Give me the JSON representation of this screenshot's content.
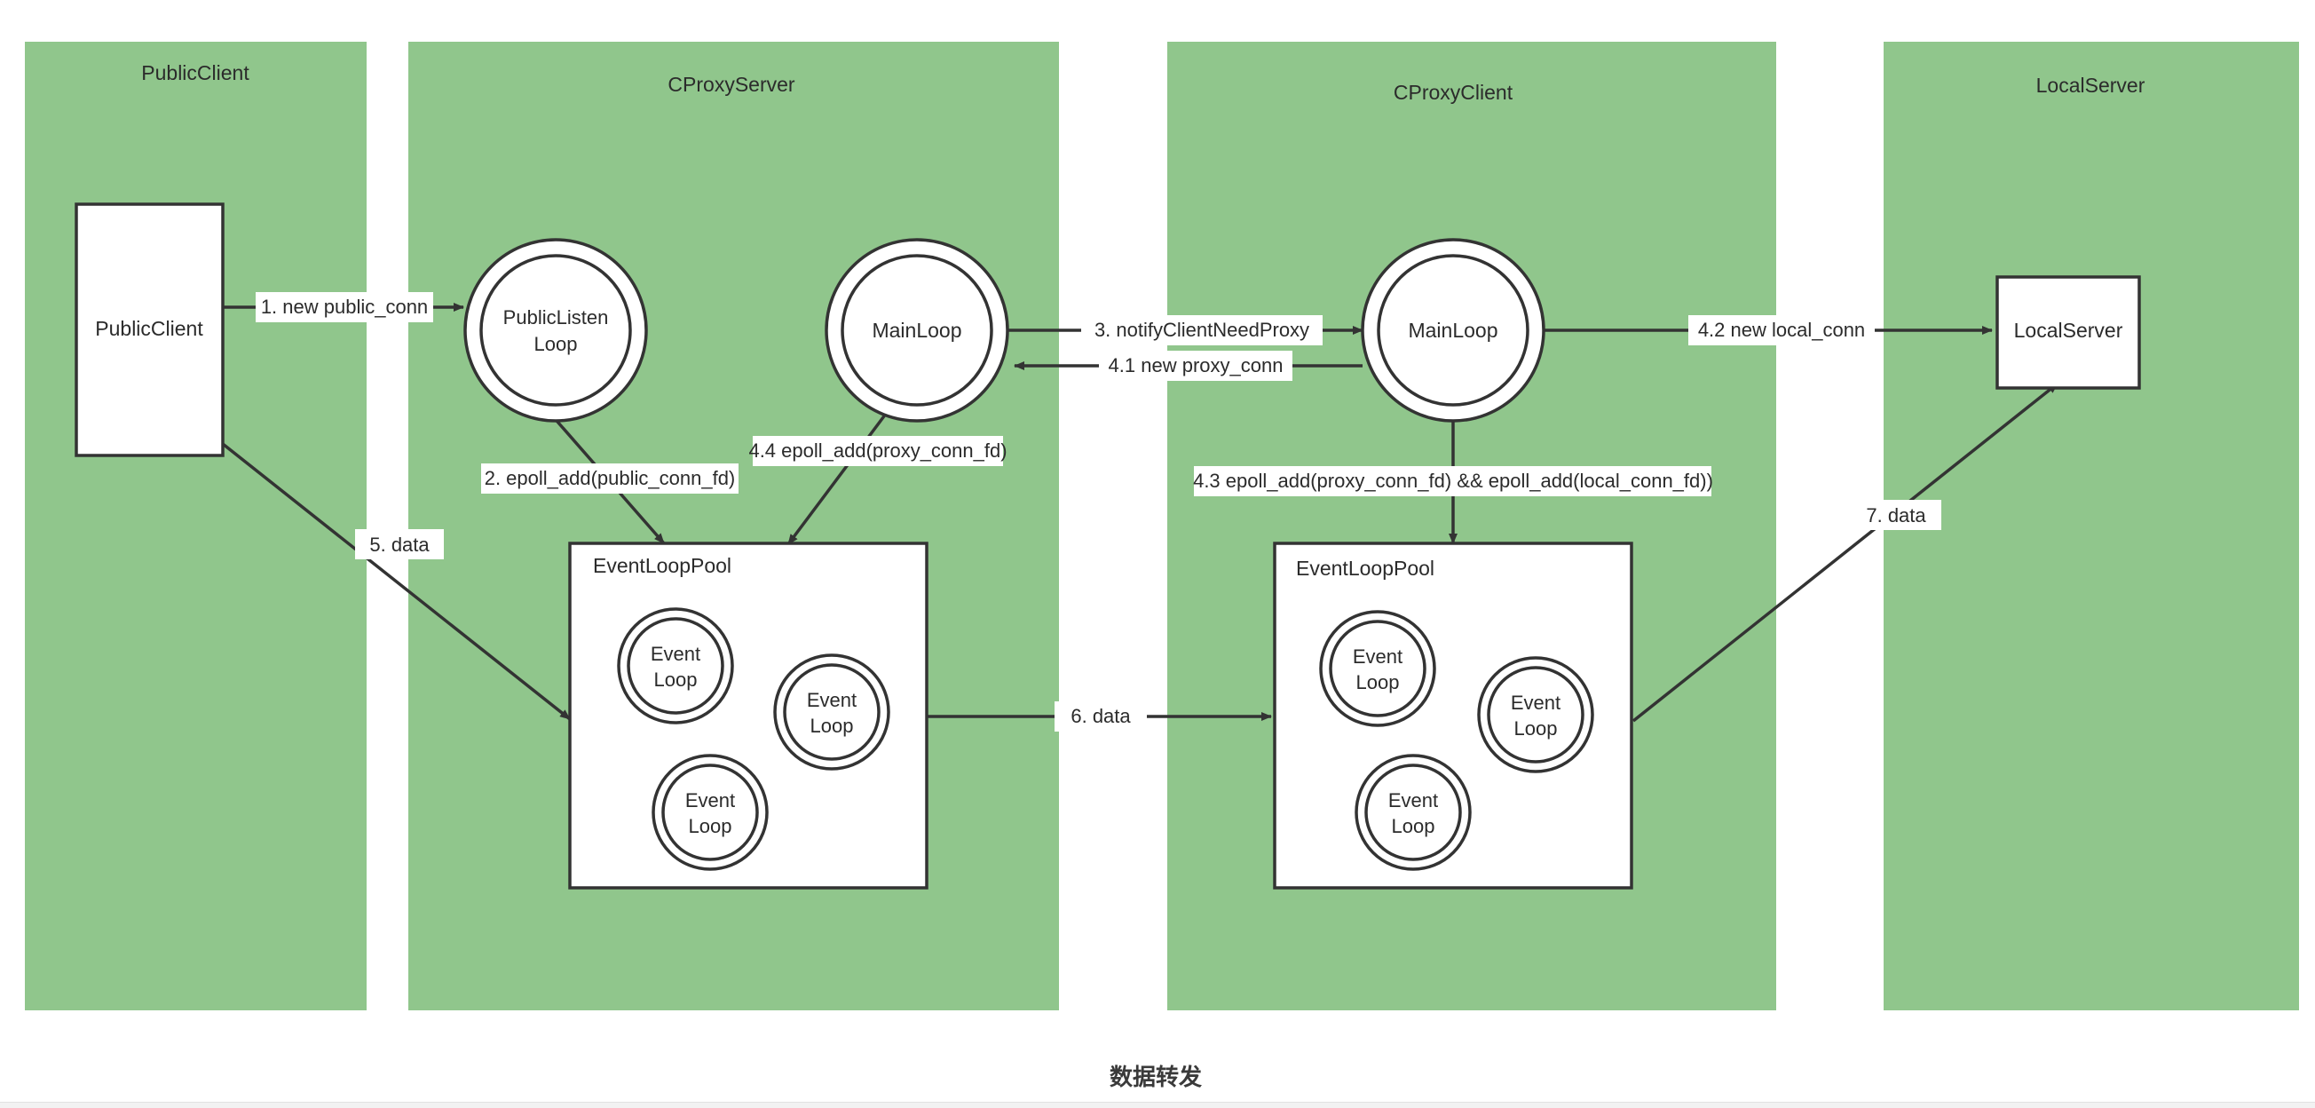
{
  "diagram": {
    "caption": "数据转发",
    "colors": {
      "lane_fill": "#90c68c",
      "node_stroke": "#333333",
      "node_fill": "#ffffff",
      "text": "#2b2b2b"
    },
    "lanes": [
      {
        "id": "publicclient",
        "title": "PublicClient"
      },
      {
        "id": "cproxyserver",
        "title": "CProxyServer"
      },
      {
        "id": "cproxyclient",
        "title": "CProxyClient"
      },
      {
        "id": "localserver",
        "title": "LocalServer"
      }
    ],
    "nodes": {
      "public_client_box": {
        "label": "PublicClient"
      },
      "public_listen_loop": {
        "line1": "PublicListen",
        "line2": "Loop"
      },
      "server_main_loop": {
        "label": "MainLoop"
      },
      "client_main_loop": {
        "label": "MainLoop"
      },
      "local_server_box": {
        "label": "LocalServer"
      },
      "server_pool": {
        "title": "EventLoopPool",
        "loops": [
          {
            "line1": "Event",
            "line2": "Loop"
          },
          {
            "line1": "Event",
            "line2": "Loop"
          },
          {
            "line1": "Event",
            "line2": "Loop"
          }
        ]
      },
      "client_pool": {
        "title": "EventLoopPool",
        "loops": [
          {
            "line1": "Event",
            "line2": "Loop"
          },
          {
            "line1": "Event",
            "line2": "Loop"
          },
          {
            "line1": "Event",
            "line2": "Loop"
          }
        ]
      }
    },
    "edges": [
      {
        "id": "e1",
        "label": "1. new public_conn"
      },
      {
        "id": "e2",
        "label": "2. epoll_add(public_conn_fd)"
      },
      {
        "id": "e3",
        "label": "3. notifyClientNeedProxy"
      },
      {
        "id": "e41",
        "label": "4.1 new proxy_conn"
      },
      {
        "id": "e42",
        "label": "4.2 new local_conn"
      },
      {
        "id": "e43",
        "label": "4.3 epoll_add(proxy_conn_fd) && epoll_add(local_conn_fd))"
      },
      {
        "id": "e44",
        "label": "4.4 epoll_add(proxy_conn_fd)"
      },
      {
        "id": "e5",
        "label": "5. data"
      },
      {
        "id": "e6",
        "label": "6. data"
      },
      {
        "id": "e7",
        "label": "7. data"
      }
    ]
  }
}
